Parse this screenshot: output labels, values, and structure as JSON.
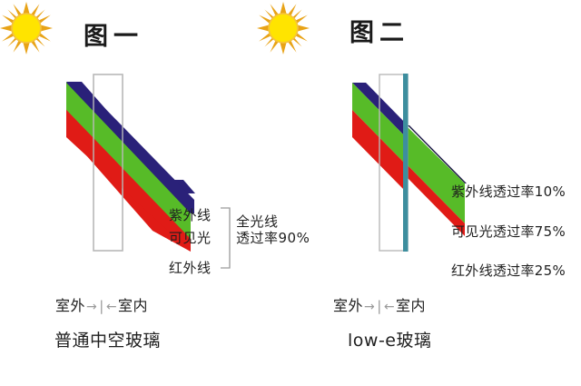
{
  "figures": [
    {
      "id": "figure-one",
      "title": "图一",
      "caption": "普通中空玻璃",
      "side_labels": {
        "outdoor": "室外",
        "indoor": "室内",
        "arrow_out": "→",
        "arrow_in": "←",
        "divider": "|"
      },
      "band_labels": [
        "紫外线",
        "可见光",
        "红外线"
      ],
      "summary": {
        "line1": "全光线",
        "line2": "透过率90%"
      },
      "glass": {
        "type": "普通中空玻璃",
        "coating": "none"
      },
      "transmittance": {
        "total": "90%"
      }
    },
    {
      "id": "figure-two",
      "title": "图二",
      "caption": "low-e玻璃",
      "side_labels": {
        "outdoor": "室外",
        "indoor": "室内",
        "arrow_out": "→",
        "arrow_in": "←",
        "divider": "|"
      },
      "rate_labels": [
        "紫外线透过率10%",
        "可见光透过率75%",
        "红外线透过率25%"
      ],
      "glass": {
        "type": "low-e玻璃",
        "coating": "low-e"
      },
      "transmittance": {
        "uv": "10%",
        "visible": "75%",
        "infrared": "25%"
      }
    }
  ],
  "icons": {
    "sun_left": "sun-icon",
    "sun_right": "sun-icon"
  },
  "colors": {
    "uv_band": "#2a2179",
    "visible_band": "#57bb28",
    "infrared_band": "#e01b16",
    "sun_core": "#ffe400",
    "sun_rays": "#e8a317",
    "glass_outline": "#b9b9b9",
    "lowe_coating": "#3d8e9e",
    "bracket": "#9a9a9a",
    "text": "#1f1f1f"
  }
}
